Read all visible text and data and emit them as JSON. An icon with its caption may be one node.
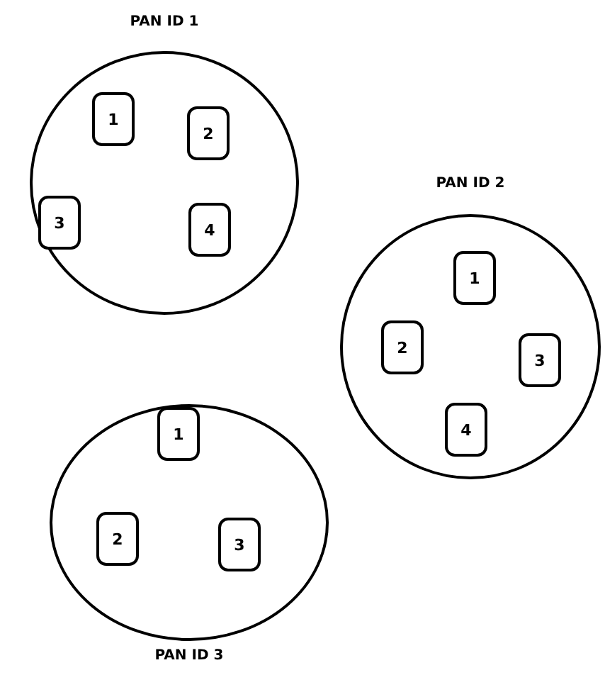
{
  "diagram": {
    "nodes": [
      {
        "text": [
          "PAN ID 1"
        ]
      },
      {
        "text": [
          "1"
        ],
        "in": 0
      },
      {
        "text": [
          "2"
        ],
        "in": 0
      },
      {
        "text": [
          "3"
        ],
        "in": 0
      },
      {
        "text": [
          "4"
        ],
        "in": 0
      },
      {
        "text": [
          "PAN ID 2"
        ]
      },
      {
        "text": [
          "1"
        ],
        "in": 5
      },
      {
        "text": [
          "2"
        ],
        "in": 5
      },
      {
        "text": [
          "3"
        ],
        "in": 5
      },
      {
        "text": [
          "4"
        ],
        "in": 5
      },
      {
        "text": [
          "PAN ID 3"
        ]
      },
      {
        "text": [
          "1"
        ],
        "in": 10
      },
      {
        "text": [
          "2"
        ],
        "in": 10
      },
      {
        "text": [
          "3"
        ],
        "in": 10
      }
    ]
  }
}
